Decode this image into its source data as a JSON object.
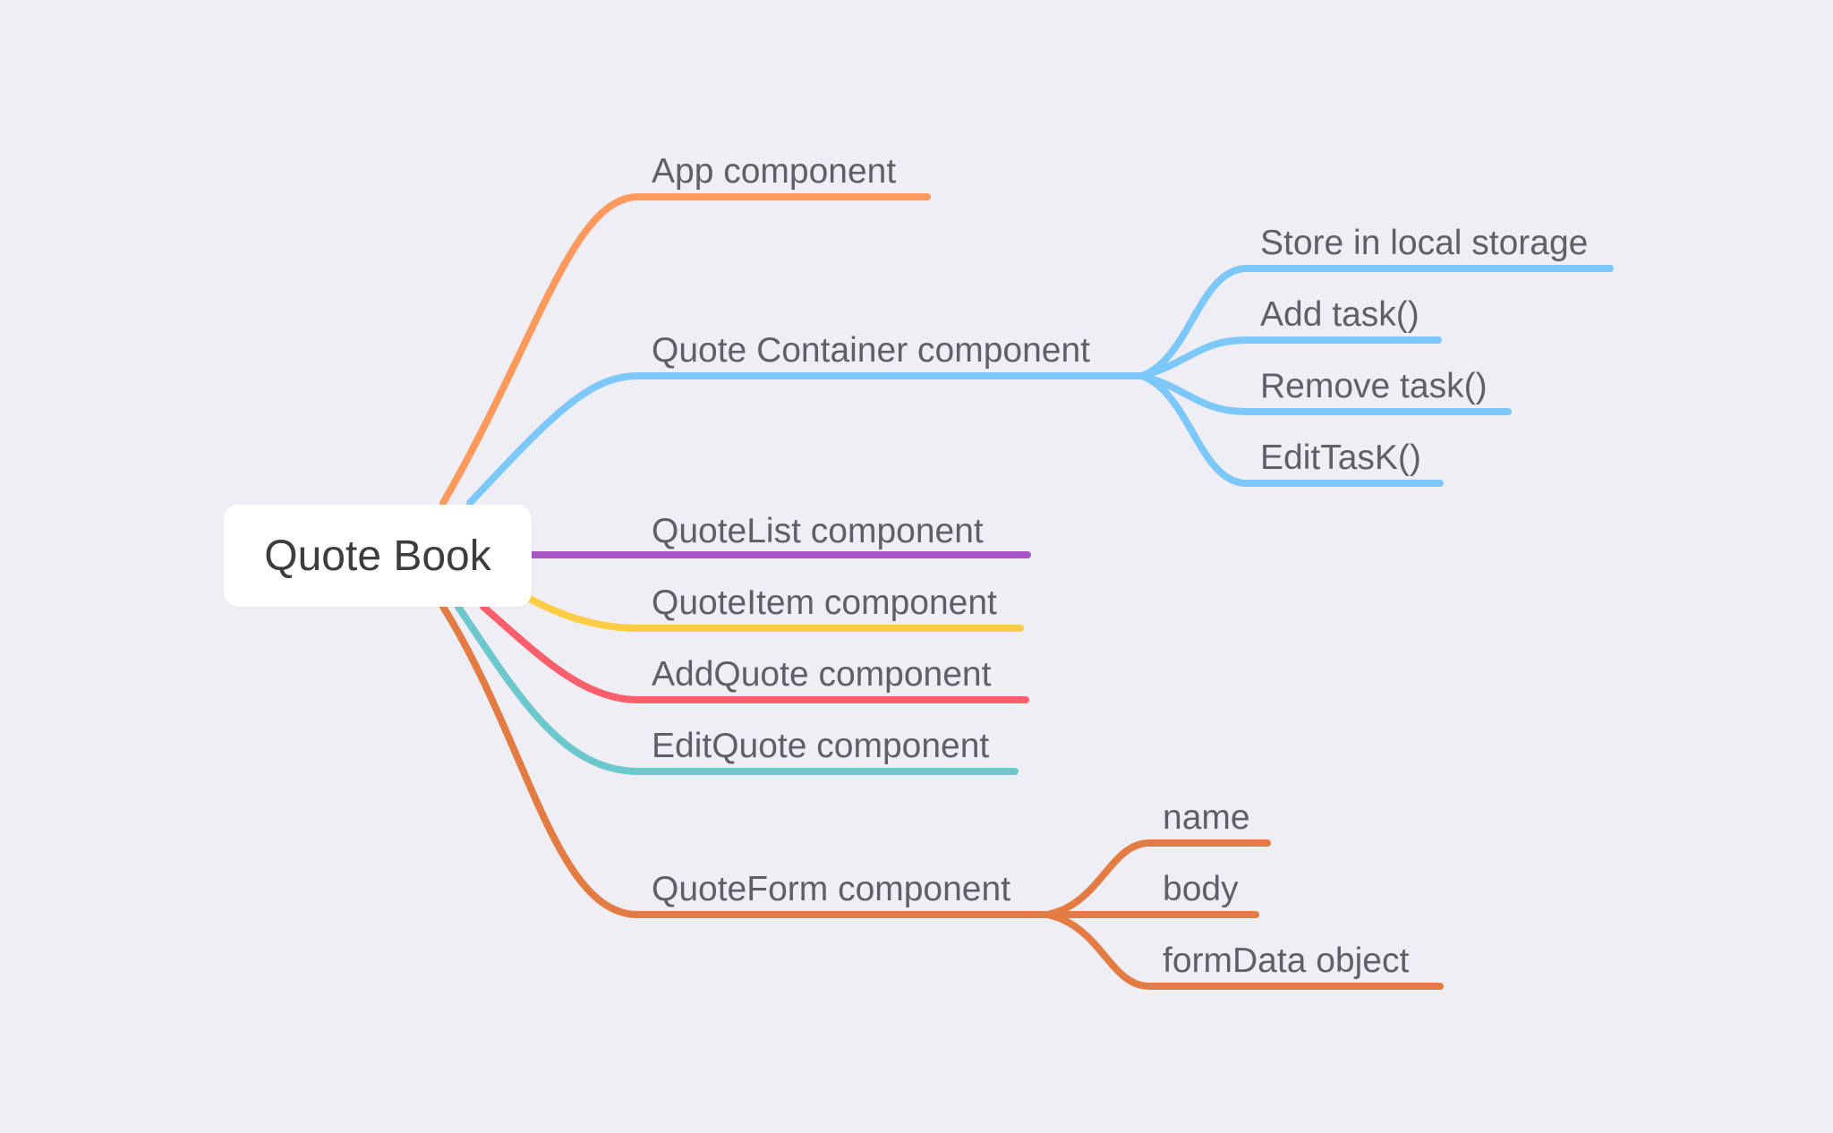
{
  "root": {
    "label": "Quote Book"
  },
  "branches": [
    {
      "label": "App component",
      "color": "#ff9a5c",
      "children": []
    },
    {
      "label": "Quote Container component",
      "color": "#7cc8fb",
      "children": [
        {
          "label": "Store in local storage"
        },
        {
          "label": "Add task()"
        },
        {
          "label": "Remove task()"
        },
        {
          "label": "EditTasK()"
        }
      ]
    },
    {
      "label": "QuoteList component",
      "color": "#a955c8",
      "children": []
    },
    {
      "label": "QuoteItem component",
      "color": "#ffcc45",
      "children": []
    },
    {
      "label": "AddQuote component",
      "color": "#fb5f6b",
      "children": []
    },
    {
      "label": "EditQuote component",
      "color": "#6dc8cd",
      "children": []
    },
    {
      "label": "QuoteForm component",
      "color": "#e37c42",
      "children": [
        {
          "label": "name"
        },
        {
          "label": "body"
        },
        {
          "label": "formData object"
        }
      ]
    }
  ]
}
